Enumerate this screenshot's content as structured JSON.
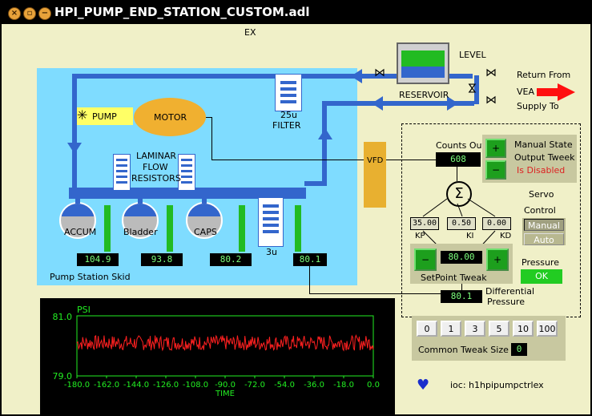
{
  "window": {
    "title": "HPI_PUMP_END_STATION_CUSTOM.adl"
  },
  "header": {
    "ex": "EX"
  },
  "process": {
    "level_label": "LEVEL",
    "reservoir_label": "RESERVOIR",
    "return_from": "Return From",
    "vea": "VEA",
    "supply_to": "Supply To",
    "filter_25u_a": "25u",
    "filter_25u_b": "FILTER",
    "pump": "PUMP",
    "motor": "MOTOR",
    "laminar_1": "LAMINAR",
    "laminar_2": "FLOW",
    "laminar_3": "RESISTORS",
    "accum": "ACCUM",
    "bladder": "Bladder",
    "caps": "CAPS",
    "filter_3u": "3u",
    "skid_label": "Pump Station Skid",
    "vfd": "VFD",
    "readbacks": [
      "104.9",
      "93.8",
      "80.2",
      "80.1"
    ],
    "level_fraction": 0.6
  },
  "servo": {
    "counts_out_label": "Counts Out",
    "counts_out_value": "608",
    "manual_state_1": "Manual State",
    "manual_state_2": "Output Tweek",
    "manual_state_3": "Is Disabled",
    "plus": "+",
    "minus": "−",
    "sum": "Σ",
    "kp_value": "35.00",
    "ki_value": "0.50",
    "kd_value": "0.00",
    "kp_label": "KP",
    "ki_label": "KI",
    "kd_label": "KD",
    "setpoint_value": "80.00",
    "setpoint_label": "SetPoint Tweak",
    "diff_value": "80.1",
    "diff_label_1": "Differential",
    "diff_label_2": "Pressure",
    "servo_control_1": "Servo",
    "servo_control_2": "Control",
    "manual_btn": "Manual",
    "auto_btn": "Auto",
    "pressure_label": "Pressure",
    "pressure_status": "OK"
  },
  "tweak": {
    "options": [
      "0",
      "1",
      "3",
      "5",
      "10",
      "100"
    ],
    "label": "Common Tweak Size",
    "value": "0"
  },
  "ioc": {
    "label": "ioc: h1hpipumpctrlex"
  },
  "plot": {
    "psi_label": "PSI",
    "y_top": "81.0",
    "y_bottom": "79.0",
    "x_labels": [
      "-180.0",
      "-162.0",
      "-144.0",
      "-126.0",
      "-108.0",
      "-90.0",
      "-72.0",
      "-54.0",
      "-36.0",
      "-18.0",
      "0.0"
    ],
    "xlabel": "TIME"
  },
  "chart_data": {
    "type": "line",
    "title": "",
    "xlabel": "TIME",
    "ylabel": "PSI",
    "xlim": [
      -180,
      0
    ],
    "ylim": [
      79.0,
      81.0
    ],
    "series": [
      {
        "name": "PSI",
        "mean": 80.1,
        "noise_band": [
          79.85,
          80.35
        ]
      }
    ]
  },
  "colors": {
    "background": "#f0f0c8",
    "skid": "#7fdcff",
    "pipe": "#3366cc",
    "motor": "#f0b030",
    "vfd": "#e8b030",
    "green": "#22bb22",
    "trace": "#ff2020"
  }
}
